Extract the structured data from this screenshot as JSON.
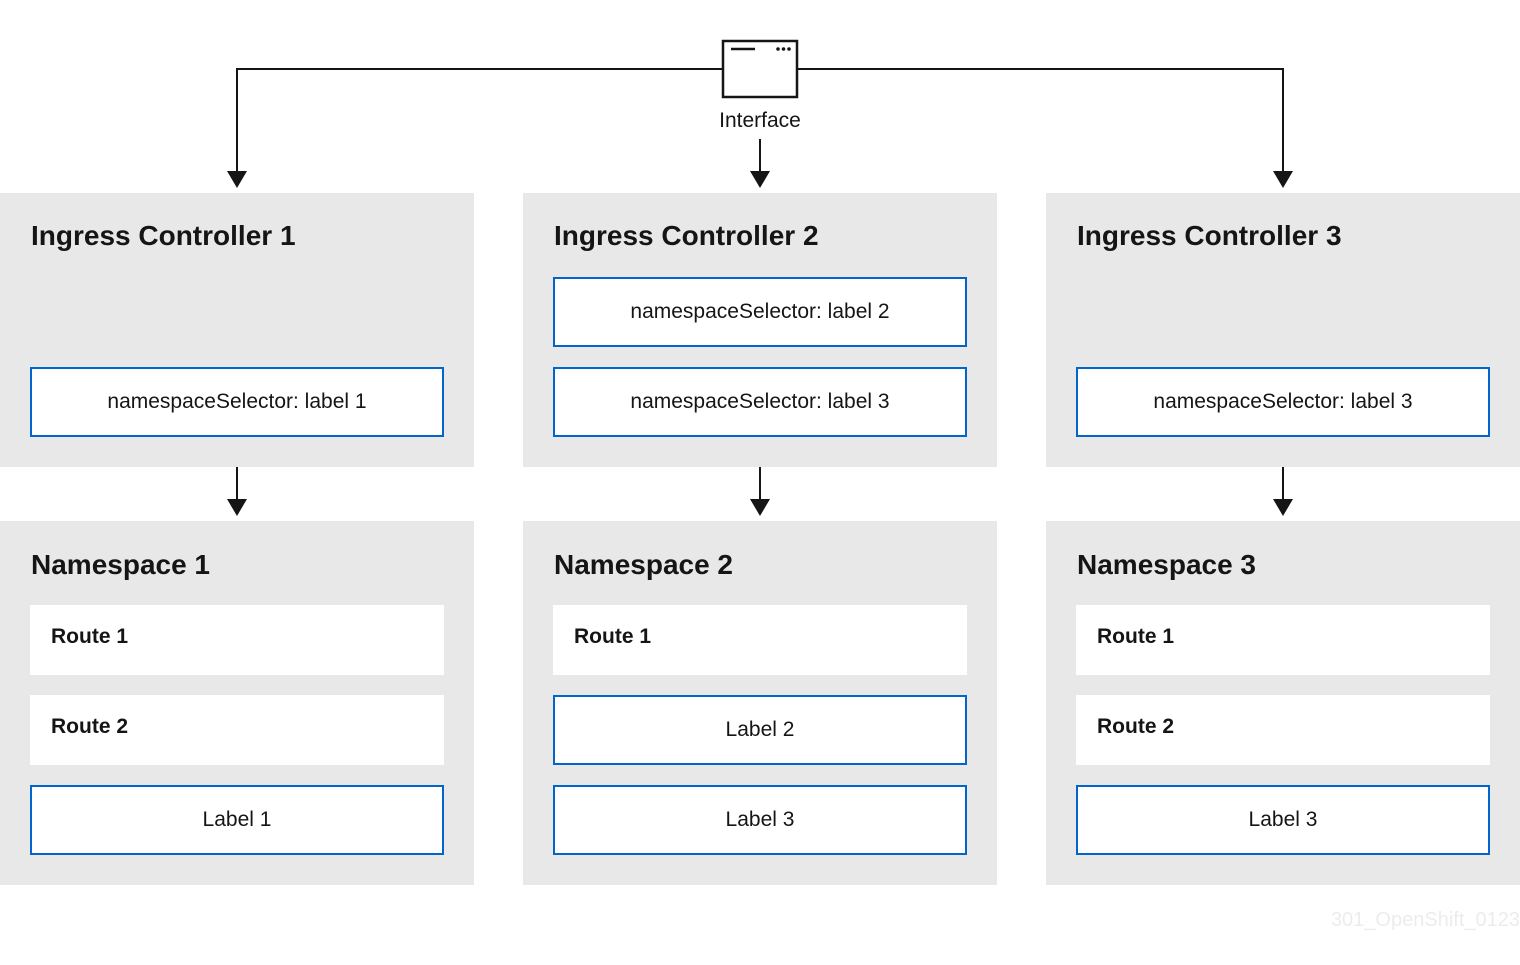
{
  "interface": {
    "label": "Interface",
    "icon": "browser-window-icon"
  },
  "controllers": [
    {
      "title": "Ingress Controller 1",
      "selectors": [
        "namespaceSelector: label 1"
      ]
    },
    {
      "title": "Ingress Controller 2",
      "selectors": [
        "namespaceSelector: label 2",
        "namespaceSelector: label 3"
      ]
    },
    {
      "title": "Ingress Controller 3",
      "selectors": [
        "namespaceSelector: label 3"
      ]
    }
  ],
  "namespaces": [
    {
      "title": "Namespace 1",
      "routes": [
        "Route 1",
        "Route 2"
      ],
      "labels": [
        "Label 1"
      ]
    },
    {
      "title": "Namespace 2",
      "routes": [
        "Route 1"
      ],
      "labels": [
        "Label 2",
        "Label 3"
      ]
    },
    {
      "title": "Namespace 3",
      "routes": [
        "Route 1",
        "Route 2"
      ],
      "labels": [
        "Label 3"
      ]
    }
  ],
  "watermark": "301_OpenShift_0123",
  "colors": {
    "panel": "#e8e8e8",
    "selector_border": "#0066cc",
    "line": "#151515"
  }
}
